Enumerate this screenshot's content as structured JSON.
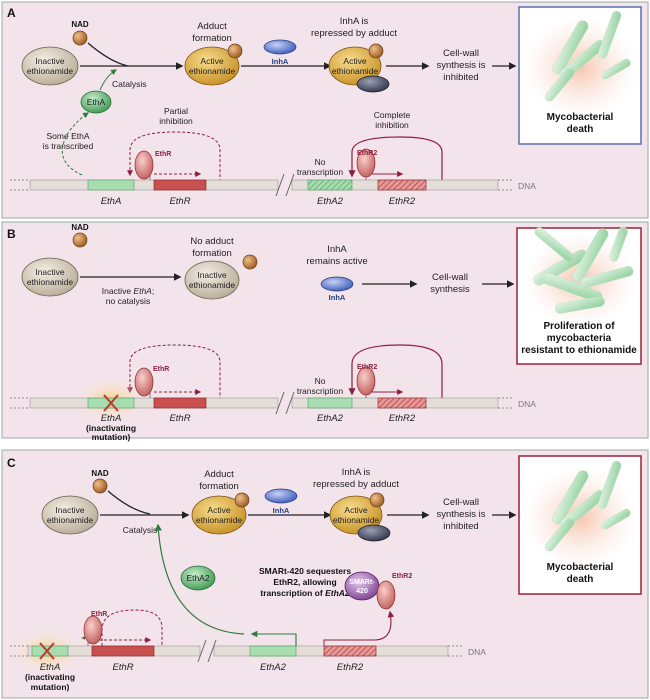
{
  "panels": [
    {
      "label": "A",
      "nad": "NAD",
      "inactive": [
        "Inactive",
        "ethionamide"
      ],
      "adduct": [
        "Adduct",
        "formation"
      ],
      "active": [
        "Active",
        "ethionamide"
      ],
      "inha": "InhA",
      "inha_note": [
        "InhA is",
        "repressed by adduct"
      ],
      "cell_wall": [
        "Cell-wall",
        "synthesis is",
        "inhibited"
      ],
      "outcome": [
        "Mycobacterial",
        "death"
      ],
      "catalysis": "Catalysis",
      "etha": "EthA",
      "some_etha": [
        "Some EthA",
        "is transcribed"
      ],
      "partial": [
        "Partial",
        "inhibition"
      ],
      "complete": [
        "Complete",
        "inhibition"
      ],
      "no_transcription": [
        "No",
        "transcription"
      ],
      "ethr": "EthR",
      "ethr2": "EthR2",
      "dna": "DNA",
      "gene_etha": "EthA",
      "gene_ethr": "EthR",
      "gene_etha2": "EthA2",
      "gene_ethr2": "EthR2"
    },
    {
      "label": "B",
      "nad": "NAD",
      "inactive": [
        "Inactive",
        "ethionamide"
      ],
      "no_adduct": [
        "No adduct",
        "formation"
      ],
      "inactive2": [
        "Inactive",
        "ethionamide"
      ],
      "no_catalysis_1": "Inactive",
      "no_catalysis_1i": "EthA",
      "no_catalysis_1e": ";",
      "no_catalysis_2": "no catalysis",
      "inha_note": [
        "InhA",
        "remains active"
      ],
      "inha": "InhA",
      "cell_wall": [
        "Cell-wall",
        "synthesis"
      ],
      "outcome": [
        "Proliferation of",
        "mycobacteria",
        "resistant to ethionamide"
      ],
      "no_transcription": [
        "No",
        "transcription"
      ],
      "ethr": "EthR",
      "ethr2": "EthR2",
      "dna": "DNA",
      "gene_etha": "EthA",
      "mutation": [
        "(inactivating",
        "mutation)"
      ],
      "gene_ethr": "EthR",
      "gene_etha2": "EthA2",
      "gene_ethr2": "EthR2"
    },
    {
      "label": "C",
      "nad": "NAD",
      "inactive": [
        "Inactive",
        "ethionamide"
      ],
      "adduct": [
        "Adduct",
        "formation"
      ],
      "active": [
        "Active",
        "ethionamide"
      ],
      "inha": "InhA",
      "inha_note": [
        "InhA is",
        "repressed by adduct"
      ],
      "cell_wall": [
        "Cell-wall",
        "synthesis is",
        "inhibited"
      ],
      "outcome": [
        "Mycobacterial",
        "death"
      ],
      "catalysis": "Catalysis",
      "etha2": "EthA2",
      "smart_note_1": "SMARt-420 sequesters",
      "smart_note_2": "EthR2, allowing",
      "smart_note_3": "transcription of ",
      "smart_note_3i": "EthA2",
      "smart": [
        "SMARt-",
        "420"
      ],
      "ethr": "EthR",
      "ethr2": "EthR2",
      "dna": "DNA",
      "gene_etha": "EthA",
      "mutation": [
        "(inactivating",
        "mutation)"
      ],
      "gene_ethr": "EthR",
      "gene_etha2": "EthA2",
      "gene_ethr2": "EthR2"
    }
  ],
  "colors": {
    "panel_bg": "#f3e4ec",
    "inactive_fill": "#dfd5c2",
    "active_fill": "#e5b44a",
    "nad_fill": "#c7803e",
    "inha_fill": "#4f6fd0",
    "etha_fill": "#5fb56d",
    "ethr_fill": "#e38d8a",
    "smart_fill": "#9b5fa8",
    "gene_green": "#7fc98a",
    "gene_red": "#c8504e",
    "dark_red": "#8c1f3c",
    "box_blue": "#5b6fb0",
    "box_red": "#9c2036"
  }
}
